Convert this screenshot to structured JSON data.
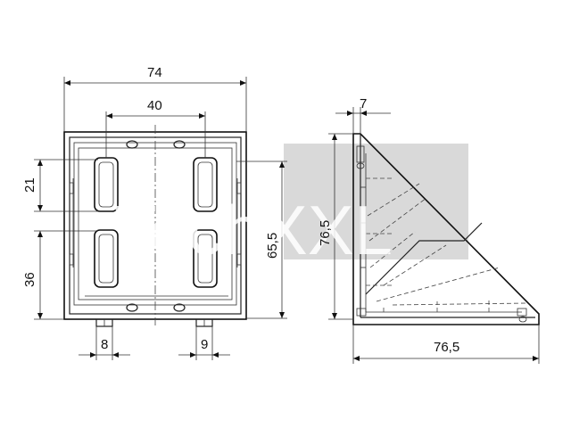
{
  "watermark": {
    "text": "TechXXL",
    "box_color": "#d9d9d9"
  },
  "dimensions": {
    "overall_width": "74",
    "slot_spacing": "40",
    "slot_height": "21",
    "lower_offset": "36",
    "overall_height": "65,5",
    "bottom_left": "8",
    "bottom_right": "9",
    "thickness": "7",
    "side_height": "76,5",
    "side_width": "76,5"
  }
}
